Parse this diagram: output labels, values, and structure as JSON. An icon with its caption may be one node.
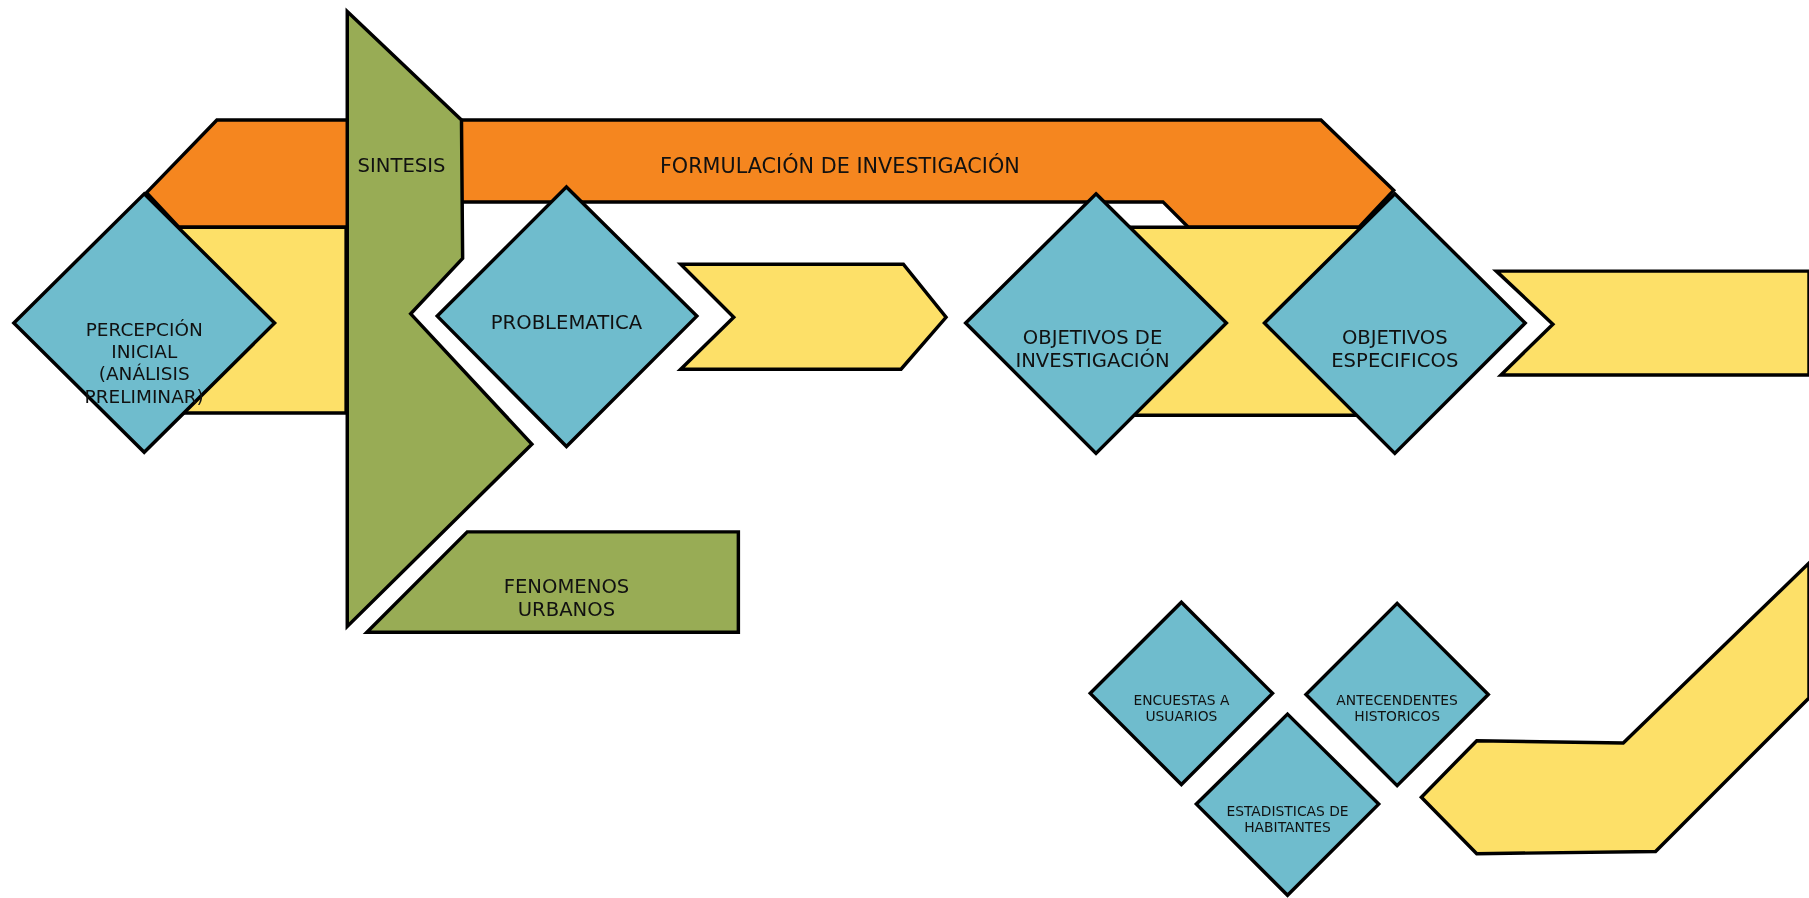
{
  "diagram": {
    "nodes": [
      {
        "text": [
          "FORMULACIÓN DE INVESTIGACIÓN"
        ]
      },
      {
        "text": [
          "SINTESIS"
        ]
      },
      {
        "text": [],
        "shape": "band"
      },
      {
        "text": [
          "PERCEPCIÓN INICIAL (ANÁLISIS PRELIMINAR)"
        ]
      },
      {
        "text": [
          "PROBLEMATICA"
        ]
      },
      {
        "text": [],
        "shape": "chevron"
      },
      {
        "text": [],
        "shape": "band"
      },
      {
        "text": [
          "OBJETIVOS DE INVESTIGACIÓN"
        ]
      },
      {
        "text": [
          "OBJETIVOS ESPECIFICOS"
        ]
      },
      {
        "text": [],
        "shape": "chevron"
      },
      {
        "text": [
          "FENOMENOS URBANOS"
        ]
      },
      {
        "text": [],
        "shape": "chevron"
      },
      {
        "text": [
          "ENCUESTAS A USUARIOS"
        ]
      },
      {
        "text": [
          "ANTECENDENTES HISTORICOS"
        ]
      },
      {
        "text": [
          "ESTADISTICAS DE HABITANTES"
        ]
      }
    ],
    "edges": []
  }
}
